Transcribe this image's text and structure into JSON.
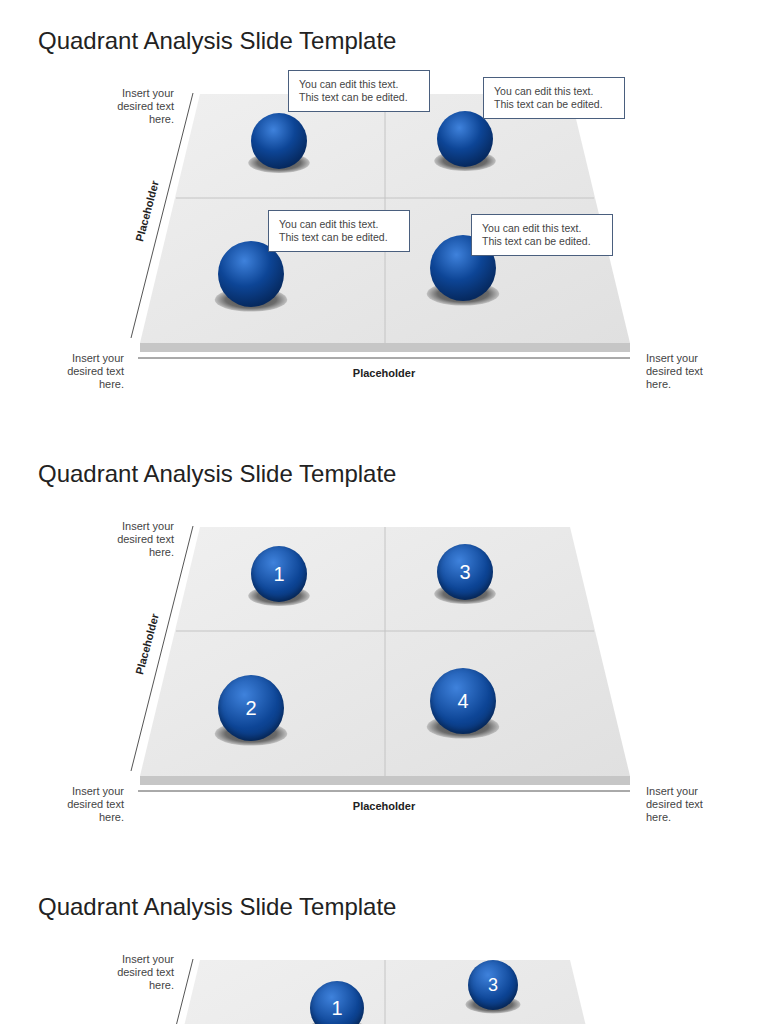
{
  "diagram": {
    "title": "Quadrant Analysis Slide Template",
    "nodes": [
      {
        "text": [
          "You can edit this text. This text can be edited."
        ]
      },
      {
        "text": [
          "You can edit this text. This text can be edited."
        ]
      },
      {
        "text": [
          "You can edit this text. This text can be edited."
        ]
      },
      {
        "text": [
          "You can edit this text. This text can be edited."
        ]
      },
      {
        "text": [
          "1"
        ]
      },
      {
        "text": [
          "3"
        ]
      },
      {
        "text": [
          "2"
        ]
      },
      {
        "text": [
          "4"
        ]
      },
      {
        "text": [
          "3"
        ]
      },
      {
        "text": [
          "1"
        ]
      }
    ],
    "labels": [
      "Insert your desired text here.",
      "Placeholder",
      "Insert your desired text here.",
      "Placeholder",
      "Insert your desired text here.",
      "Quadrant Analysis Slide Template",
      "Insert your desired text here.",
      "Placeholder",
      "Insert your desired text here.",
      "Placeholder",
      "Insert your desired text here.",
      "Quadrant Analysis Slide Template",
      "Insert your desired text here."
    ]
  }
}
